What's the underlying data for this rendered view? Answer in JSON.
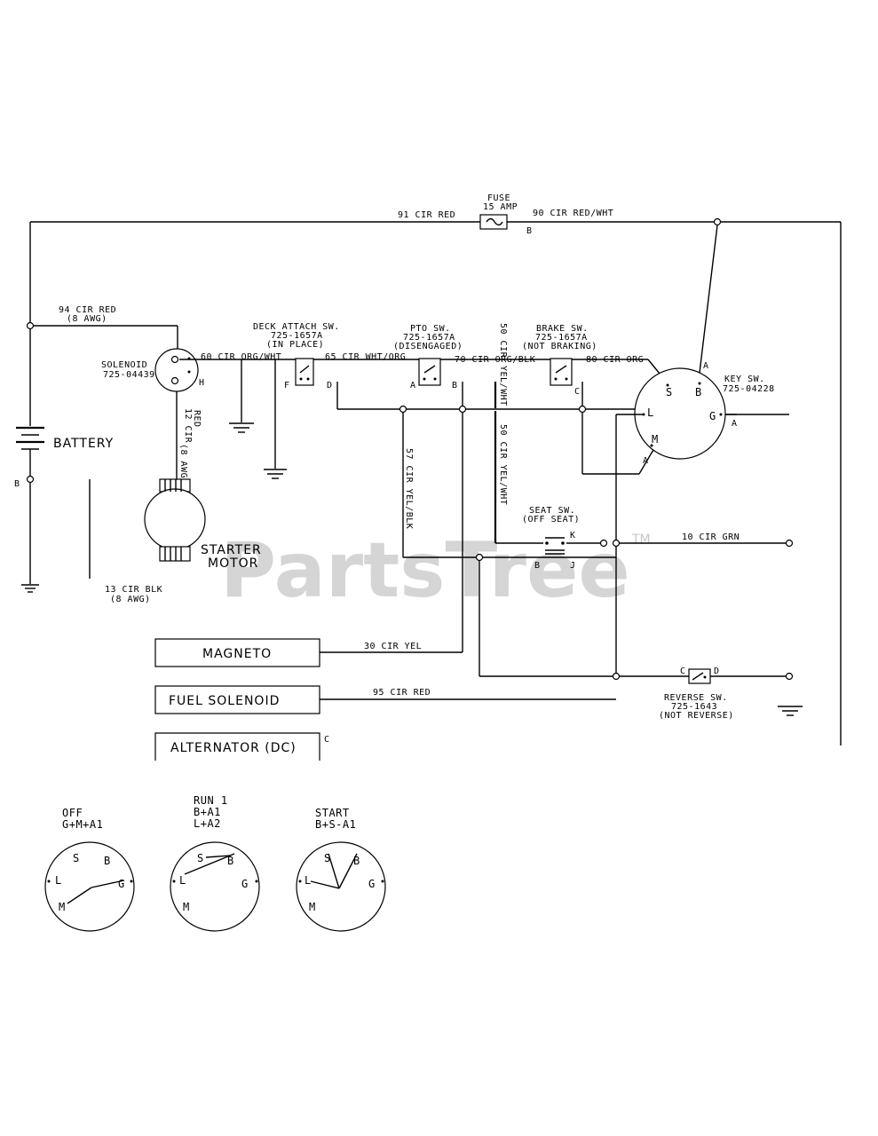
{
  "fuse": {
    "title": "FUSE",
    "rating": "15 AMP",
    "pin": "B"
  },
  "wires": {
    "w91": "91 CIR RED",
    "w90": "90 CIR RED/WHT",
    "w94": "94 CIR RED",
    "w94_gauge": "(8 AWG)",
    "w60": "60 CIR ORG/WHT",
    "w65": "65 CIR WHT/ORG",
    "w70": "70 CIR ORG/BLK",
    "w80": "80 CIR ORG",
    "w50_top": "50 CIR",
    "w50_mid": "YEL/WHT",
    "w50_bot": "50 CIR YEL/WHT",
    "w12": "12 CIR",
    "w12b": "RED",
    "w12c": "(8 AWG)",
    "w57": "57 CIR YEL/BLK",
    "w13": "13 CIR BLK",
    "w13_gauge": "(8 AWG)",
    "w10": "10 CIR GRN",
    "w30": "30 CIR YEL",
    "w95": "95 CIR RED"
  },
  "components": {
    "solenoid_title": "SOLENOID",
    "solenoid_part": "725-04439",
    "solenoid_pin": "H",
    "deck_title": "DECK ATTACH SW.",
    "deck_part": "725-1657A",
    "deck_state": "(IN PLACE)",
    "deck_pin_f": "F",
    "deck_pin_d": "D",
    "pto_title": "PTO SW.",
    "pto_part": "725-1657A",
    "pto_state": "(DISENGAGED)",
    "pto_pin_a": "A",
    "pto_pin_b": "B",
    "brake_title": "BRAKE SW.",
    "brake_part": "725-1657A",
    "brake_state": "(NOT BRAKING)",
    "brake_pin_c": "C",
    "key_title": "KEY SW.",
    "key_part": "725-04228",
    "key_pin_a_top": "A",
    "key_pin_a_right": "A",
    "key_pin_a_bottom": "A",
    "battery": "BATTERY",
    "battery_pin": "B",
    "starter_1": "STARTER",
    "starter_2": "MOTOR",
    "seat_title": "SEAT SW.",
    "seat_state": "(OFF SEAT)",
    "seat_pin_k": "K",
    "seat_pin_b": "B",
    "seat_pin_j": "J",
    "magneto": "MAGNETO",
    "fuel_solenoid": "FUEL SOLENOID",
    "alternator": "ALTERNATOR (DC)",
    "alternator_pin": "C",
    "reverse_title": "REVERSE SW.",
    "reverse_part": "725-1643",
    "reverse_state": "(NOT REVERSE)",
    "reverse_pin_c": "C",
    "reverse_pin_d": "D"
  },
  "key_positions": [
    {
      "title": "OFF",
      "line1": "G+M+A1",
      "line2": ""
    },
    {
      "title": "RUN 1",
      "line1": "B+A1",
      "line2": "L+A2"
    },
    {
      "title": "START",
      "line1": "B+S-A1",
      "line2": ""
    }
  ],
  "terminal_letters": {
    "s": "S",
    "b": "B",
    "l": "L",
    "g": "G",
    "m": "M"
  },
  "watermark": {
    "text": "PartsTree",
    "tm": "TM"
  }
}
